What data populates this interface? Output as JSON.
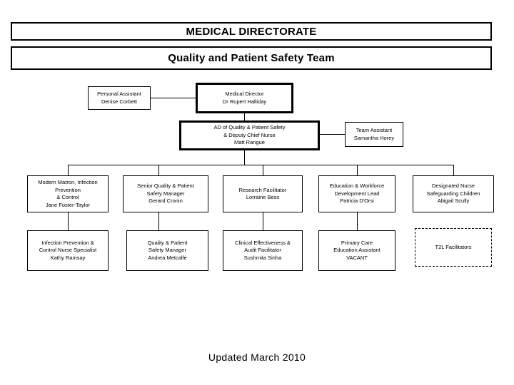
{
  "document": {
    "banner_directorate": "MEDICAL DIRECTORATE",
    "banner_team": "Quality and Patient Safety Team",
    "footer": "Updated March 2010"
  },
  "nodes": {
    "personal_assistant": {
      "line1": "Personal Assistant",
      "line2": "Denise Corbett"
    },
    "medical_director": {
      "line1": "Medical Director",
      "line2": "Dr Rupert Halliday"
    },
    "ad_quality": {
      "line1": "AD of Quality & Patient Safety",
      "line2": "& Deputy Chief Nurse",
      "line3": "Matt Rangue"
    },
    "team_assistant": {
      "line1": "Team Assistant",
      "line2": "Samantha Horey"
    },
    "modern_matron": {
      "line1": "Modern Matron, Infection",
      "line2": "Prevention",
      "line3": "& Control",
      "line4": "Jane Foster-Taylor"
    },
    "senior_quality_manager": {
      "line1": "Senior Quality & Patient",
      "line2": "Safety Manager",
      "line3": "Gerard Cronin"
    },
    "research_facilitator": {
      "line1": "Research Facilitator",
      "line2": "Lorraine Bess"
    },
    "education_lead": {
      "line1": "Education & Workforce",
      "line2": "Development Lead",
      "line3": "Patricia D'Orsi"
    },
    "designated_nurse": {
      "line1": "Designated Nurse",
      "line2": "Safeguarding Children",
      "line3": "Abigail Scully"
    },
    "ipc_nurse_specialist": {
      "line1": "Infection Prevention &",
      "line2": "Control Nurse Specialist",
      "line3": "Kathy Ramsay"
    },
    "quality_safety_manager": {
      "line1": "Quality & Patient",
      "line2": "Safety Manager",
      "line3": "Andrea Metcalfe"
    },
    "clinical_effectiveness": {
      "line1": "Clinical Effectiveness &",
      "line2": "Audit Facilitator",
      "line3": "Sushmita Sinha"
    },
    "primary_care_assistant": {
      "line1": "Primary Care",
      "line2": "Education Assistant",
      "line3": "VACANT"
    },
    "t2l_facilitators": {
      "line1": "T2L Facilitators"
    }
  },
  "colors": {
    "line": "#000000",
    "background": "#ffffff",
    "text": "#000000"
  }
}
